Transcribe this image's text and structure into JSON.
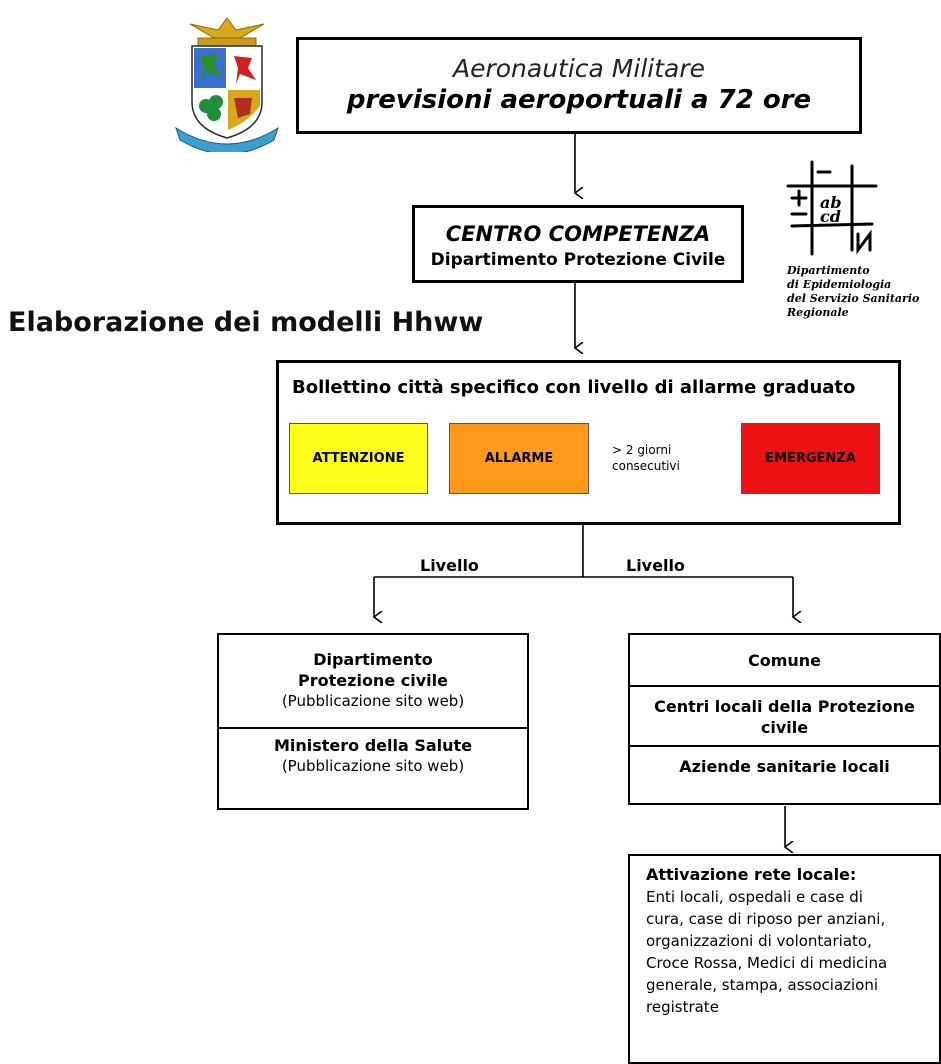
{
  "header": {
    "line1": "Aeronautica Militare",
    "line2": "previsioni aeroportuali a 72 ore"
  },
  "competence_center": {
    "title": "CENTRO COMPETENZA",
    "subtitle": "Dipartimento Protezione Civile"
  },
  "epidemiology_logo": {
    "caption_lines": [
      "Dipartimento",
      "di Epidemiologia",
      "del Servizio Sanitario",
      "Regionale"
    ]
  },
  "section_title": "Elaborazione dei modelli Hhww",
  "bulletin": {
    "title": "Bollettino città specifico con livello di allarme graduato",
    "levels": [
      {
        "label": "ATTENZIONE",
        "color": "#ffff1a"
      },
      {
        "label": "ALLARME",
        "color": "#ff9a1a"
      },
      {
        "label": "EMERGENZA",
        "color": "#ee1111"
      }
    ],
    "note_line1": "> 2 giorni",
    "note_line2": "consecutivi"
  },
  "branches": {
    "left_label": "Livello",
    "right_label": "Livello"
  },
  "national": {
    "dpc_title_l1": "Dipartimento",
    "dpc_title_l2": "Protezione civile",
    "dpc_note": "(Pubblicazione sito web)",
    "ministry_title": "Ministero della Salute",
    "ministry_note": "(Pubblicazione sito web)"
  },
  "local": {
    "comune": "Comune",
    "centri_l1": "Centri locali della Protezione",
    "centri_l2": "civile",
    "asl": "Aziende sanitarie locali"
  },
  "network": {
    "title": "Attivazione rete locale:",
    "lines": [
      "Enti locali, ospedali e case di",
      "cura, case di riposo per anziani,",
      "organizzazioni di volontariato,",
      "Croce Rossa, Medici di medicina",
      "generale, stampa, associazioni",
      "registrate"
    ]
  },
  "colors": {
    "attenzione": "#ffff1a",
    "allarme": "#ff9a1a",
    "emergenza": "#ee1111"
  }
}
